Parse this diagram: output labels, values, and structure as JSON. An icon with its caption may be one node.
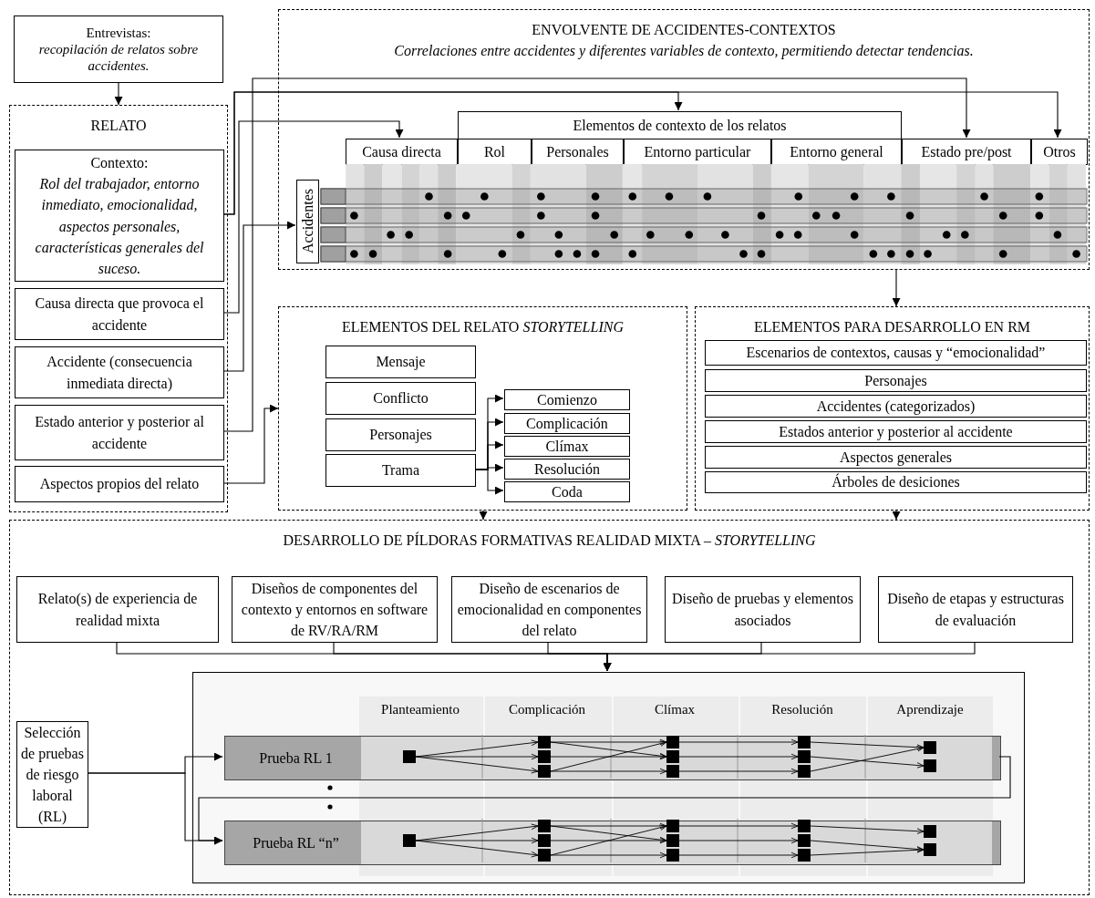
{
  "diagram": {
    "nodes": [
      {
        "text": [
          "Entrevistas:",
          "recopilación de relatos sobre accidentes."
        ]
      },
      {
        "text": [
          "RELATO"
        ]
      },
      {
        "text": [
          "Contexto:",
          "Rol del trabajador, entorno inmediato, emocionalidad, aspectos personales, características generales del suceso."
        ],
        "in": 1
      },
      {
        "text": [
          "Causa directa que provoca el accidente"
        ],
        "in": 1
      },
      {
        "text": [
          "Accidente (consecuencia inmediata directa)"
        ],
        "in": 1
      },
      {
        "text": [
          "Estado anterior y posterior al accidente"
        ],
        "in": 1
      },
      {
        "text": [
          "Aspectos propios del relato"
        ],
        "in": 1
      },
      {
        "text": [
          "ENVOLVENTE DE ACCIDENTES-CONTEXTOS",
          "Correlaciones entre accidentes y diferentes variables de contexto, permitiendo detectar tendencias."
        ]
      },
      {
        "text": [
          "Elementos de contexto de los relatos"
        ],
        "in": 7
      },
      {
        "text": [
          "Causa directa"
        ],
        "in": 7
      },
      {
        "text": [
          "Rol"
        ],
        "in": 7
      },
      {
        "text": [
          "Personales"
        ],
        "in": 7
      },
      {
        "text": [
          "Entorno particular"
        ],
        "in": 7
      },
      {
        "text": [
          "Entorno general"
        ],
        "in": 7
      },
      {
        "text": [
          "Estado pre/post"
        ],
        "in": 7
      },
      {
        "text": [
          "Otros"
        ],
        "in": 7
      },
      {
        "text": [
          "Accidentes"
        ],
        "in": 7
      },
      {
        "text": [
          "ELEMENTOS DEL RELATO *STORYTELLING*"
        ]
      },
      {
        "text": [
          "Mensaje"
        ],
        "in": 17
      },
      {
        "text": [
          "Conflicto"
        ],
        "in": 17
      },
      {
        "text": [
          "Personajes"
        ],
        "in": 17
      },
      {
        "text": [
          "Trama"
        ],
        "in": 17
      },
      {
        "text": [
          "Comienzo"
        ],
        "in": 17
      },
      {
        "text": [
          "Complicación"
        ],
        "in": 17
      },
      {
        "text": [
          "Clímax"
        ],
        "in": 17
      },
      {
        "text": [
          "Resolución"
        ],
        "in": 17
      },
      {
        "text": [
          "Coda"
        ],
        "in": 17
      },
      {
        "text": [
          "ELEMENTOS PARA DESARROLLO EN RM"
        ]
      },
      {
        "text": [
          "Escenarios de contextos, causas y “emocionalidad”"
        ],
        "in": 27
      },
      {
        "text": [
          "Personajes"
        ],
        "in": 27
      },
      {
        "text": [
          "Accidentes (categorizados)"
        ],
        "in": 27
      },
      {
        "text": [
          "Estados anterior y posterior al accidente"
        ],
        "in": 27
      },
      {
        "text": [
          "Aspectos generales"
        ],
        "in": 27
      },
      {
        "text": [
          "Árboles de desiciones"
        ],
        "in": 27
      },
      {
        "text": [
          "DESARROLLO DE PÍLDORAS FORMATIVAS REALIDAD MIXTA – *STORYTELLING*"
        ]
      },
      {
        "text": [
          "Relato(s) de experiencia de realidad mixta"
        ],
        "in": 34
      },
      {
        "text": [
          "Diseños de componentes del contexto y entornos en software de RV/RA/RM"
        ],
        "in": 34
      },
      {
        "text": [
          "Diseño de escenarios de emocionalidad en componentes del relato"
        ],
        "in": 34
      },
      {
        "text": [
          "Diseño de pruebas y elementos asociados"
        ],
        "in": 34
      },
      {
        "text": [
          "Diseño de etapas y estructuras de evaluación"
        ],
        "in": 34
      },
      {
        "text": [],
        "shape": "box",
        "in": 34
      },
      {
        "text": [
          "Selección de pruebas de riesgo laboral (RL)"
        ],
        "in": 34
      },
      {
        "text": [
          "Prueba RL 1"
        ],
        "in": 40
      },
      {
        "text": [
          "Prueba RL “n”"
        ],
        "in": 40
      }
    ],
    "edges": [
      {
        "from": 0,
        "to": 1,
        "arrow": "to"
      },
      {
        "from": 2,
        "to": 8,
        "arrow": "to"
      },
      {
        "from": 2,
        "to": 15,
        "arrow": "to"
      },
      {
        "from": 3,
        "to": 9,
        "arrow": "to"
      },
      {
        "from": 4,
        "to": 16,
        "arrow": "to"
      },
      {
        "from": 5,
        "to": 14,
        "arrow": "to"
      },
      {
        "from": 6,
        "to": 17,
        "arrow": "to"
      },
      {
        "from": 7,
        "to": 27,
        "arrow": "to"
      },
      {
        "from": 17,
        "to": 34,
        "arrow": "to"
      },
      {
        "from": 27,
        "to": 34,
        "arrow": "to"
      },
      {
        "from": 21,
        "to": 22,
        "arrow": "to"
      },
      {
        "from": 21,
        "to": 23,
        "arrow": "to"
      },
      {
        "from": 21,
        "to": 24,
        "arrow": "to"
      },
      {
        "from": 21,
        "to": 25,
        "arrow": "to"
      },
      {
        "from": 21,
        "to": 26,
        "arrow": "to"
      },
      {
        "from": 35,
        "to": 40,
        "arrow": "to"
      },
      {
        "from": 36,
        "to": 40,
        "arrow": "to"
      },
      {
        "from": 37,
        "to": 40,
        "arrow": "to"
      },
      {
        "from": 38,
        "to": 40,
        "arrow": "to"
      },
      {
        "from": 39,
        "to": 40,
        "arrow": "to"
      },
      {
        "from": 41,
        "to": 42,
        "arrow": "to"
      },
      {
        "from": 41,
        "to": 43,
        "arrow": "to"
      },
      {
        "from": 42,
        "to": 43,
        "arrow": "to"
      }
    ],
    "labels": [
      "Planteamiento",
      "Complicación",
      "Clímax",
      "Resolución",
      "Aprendizaje"
    ]
  }
}
